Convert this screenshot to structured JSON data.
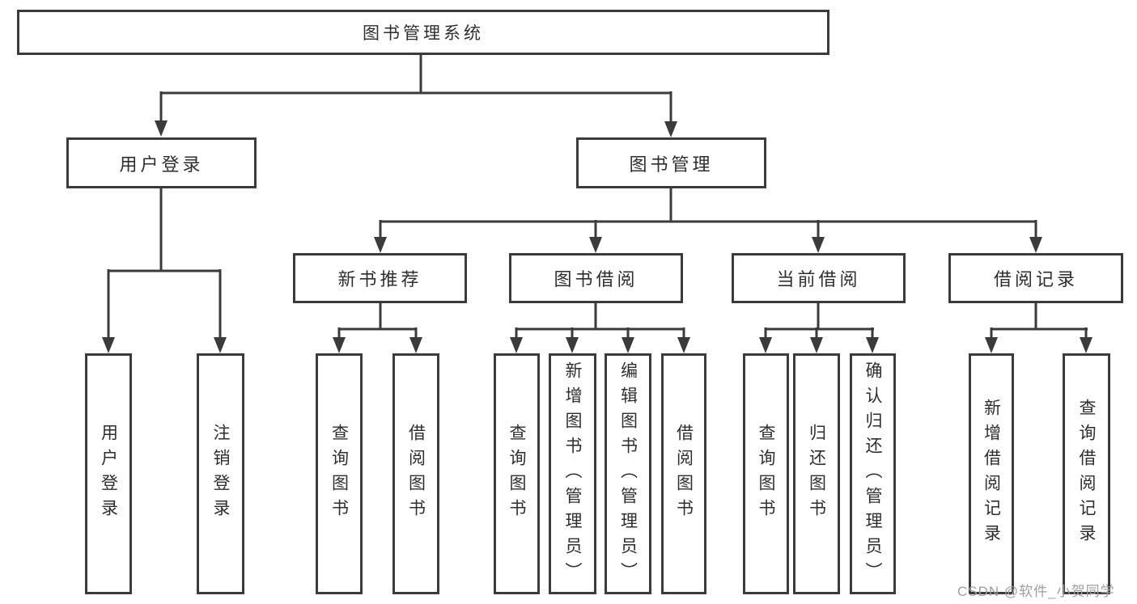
{
  "diagram": {
    "title": "图书管理系统",
    "type": "function-tree",
    "colors": {
      "line": "#3b3b3b",
      "box_border": "#3b3b3b",
      "text": "#2e2e2e",
      "background": "#ffffff",
      "watermark": "#9e9e9e"
    }
  },
  "nodes": {
    "root": "图书管理系统",
    "user_login": "用户登录",
    "book_mgmt": "图书管理",
    "new_book_rec": "新书推荐",
    "book_borrow": "图书借阅",
    "current_borrow": "当前借阅",
    "borrow_record": "借阅记录",
    "ul_login": "用户登录",
    "ul_logout": "注销登录",
    "nb_query": "查询图书",
    "nb_borrow": "借阅图书",
    "bb_query": "查询图书",
    "bb_add": "新增图书（管理员）",
    "bb_edit": "编辑图书（管理员）",
    "bb_borrow": "借阅图书",
    "cb_query": "查询图书",
    "cb_return": "归还图书",
    "cb_confirm": "确认归还（管理员）",
    "br_add": "新增借阅记录",
    "br_query": "查询借阅记录"
  },
  "structure": {
    "root": {
      "children": [
        "user_login",
        "book_mgmt"
      ]
    },
    "user_login": {
      "children": [
        "ul_login",
        "ul_logout"
      ]
    },
    "book_mgmt": {
      "children": [
        "new_book_rec",
        "book_borrow",
        "current_borrow",
        "borrow_record"
      ]
    },
    "new_book_rec": {
      "children": [
        "nb_query",
        "nb_borrow"
      ]
    },
    "book_borrow": {
      "children": [
        "bb_query",
        "bb_add",
        "bb_edit",
        "bb_borrow"
      ]
    },
    "current_borrow": {
      "children": [
        "cb_query",
        "cb_return",
        "cb_confirm"
      ]
    },
    "borrow_record": {
      "children": [
        "br_add",
        "br_query"
      ]
    }
  },
  "watermark": {
    "text": "CSDN @软件_小贺同学"
  }
}
